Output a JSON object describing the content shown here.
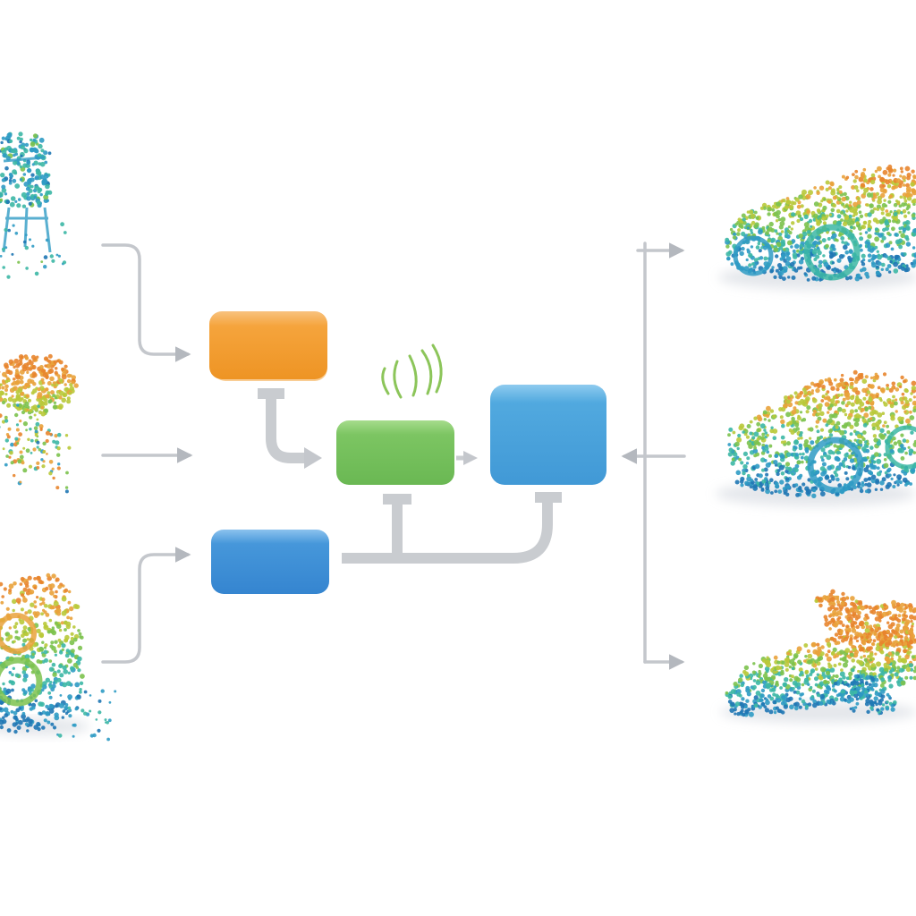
{
  "diagram": {
    "type": "point-cloud-processing-flowchart",
    "colors": {
      "background": "#ffffff",
      "connector": "#c4c7cc",
      "arrowhead": "#b4b8be",
      "module_orange": "#f29a2e",
      "module_green": "#72c05a",
      "module_blue_small": "#3b8fd6",
      "module_blue_large": "#48a3dc",
      "signal_waves": "#8cc55a",
      "palette": [
        "#1f77b4",
        "#2f9bc4",
        "#3cb7a5",
        "#7cc24e",
        "#b9c93a",
        "#e9a23b",
        "#e8852e"
      ]
    },
    "inputs": [
      {
        "id": "input-chair",
        "icon": "chair-point-cloud-icon"
      },
      {
        "id": "input-blob",
        "icon": "partial-shape-point-cloud-icon"
      },
      {
        "id": "input-vehicle",
        "icon": "vehicle-fragment-point-cloud-icon"
      }
    ],
    "modules": [
      {
        "id": "module-orange",
        "color": "#f29a2e"
      },
      {
        "id": "module-blue-small",
        "color": "#3b8fd6"
      },
      {
        "id": "module-green",
        "color": "#72c05a"
      },
      {
        "id": "module-blue-large",
        "color": "#48a3dc"
      }
    ],
    "outputs": [
      {
        "id": "output-sedan",
        "icon": "sedan-point-cloud-icon"
      },
      {
        "id": "output-car",
        "icon": "car-point-cloud-icon"
      },
      {
        "id": "output-airplane",
        "icon": "airplane-point-cloud-icon"
      }
    ]
  }
}
